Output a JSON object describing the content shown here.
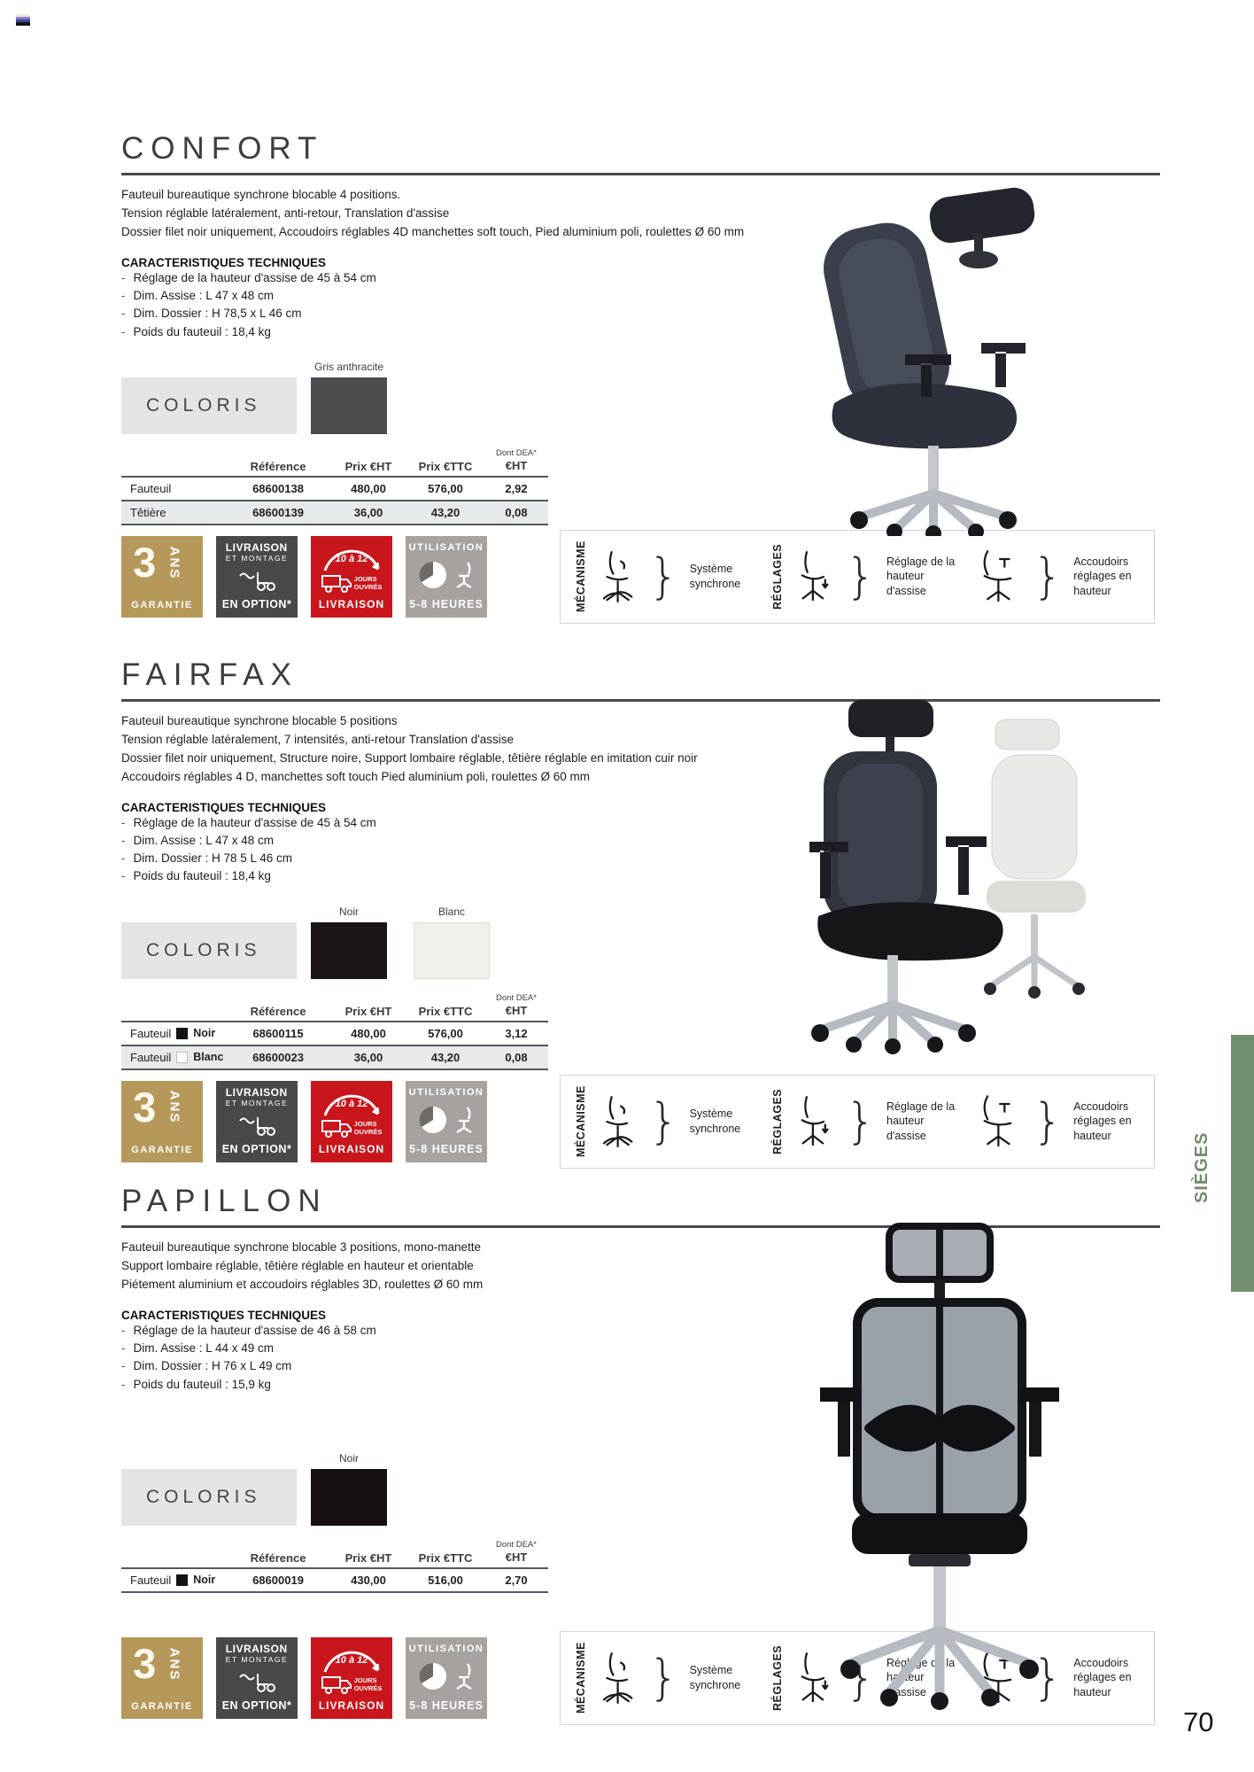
{
  "page": {
    "number": "70",
    "sidebar_tab": "SIÈGES"
  },
  "shared": {
    "coloris_label": "COLORIS",
    "caracteristiques_title": "CARACTERISTIQUES TECHNIQUES",
    "table": {
      "reference": "Référence",
      "prix_ht": "Prix €HT",
      "prix_ttc": "Prix €TTC",
      "dont_dea": "Dont DEA*",
      "eht": "€HT"
    },
    "badges": {
      "garantie": {
        "number": "3",
        "unit": "ANS",
        "label": "GARANTIE",
        "color": "#b6985a"
      },
      "montage": {
        "line1": "LIVRAISON",
        "line2": "ET MONTAGE",
        "label": "EN OPTION*",
        "color": "#4b4947"
      },
      "delai": {
        "arc": "10 à 12",
        "jours": "JOURS",
        "ouvres": "OUVRÉS",
        "label": "LIVRAISON",
        "color": "#c8161c"
      },
      "utilisation": {
        "top": "UTILISATION",
        "label": "5-8 HEURES",
        "color": "#a7a29d"
      }
    },
    "features": {
      "mecanisme": "MÉCANISME",
      "systeme": "Système synchrone",
      "reglages": "RÉGLAGES",
      "reglage_hauteur": "Réglage de la hauteur d'assise",
      "accoudoirs": "Accoudoirs réglages en hauteur"
    }
  },
  "products": [
    {
      "name": "CONFORT",
      "description": [
        "Fauteuil bureautique synchrone blocable 4 positions.",
        "Tension réglable latéralement, anti-retour, Translation d'assise",
        "Dossier filet noir uniquement, Accoudoirs réglables 4D manchettes soft touch, Pied aluminium poli, roulettes Ø 60 mm"
      ],
      "specs": [
        "Réglage de la hauteur d'assise de 45 à 54 cm",
        "Dim. Assise : L 47 x 48 cm",
        "Dim. Dossier : H 78,5 x L 46 cm",
        "Poids du fauteuil : 18,4 kg"
      ],
      "colors": [
        {
          "label": "Gris anthracite",
          "hex": "#4c4c50"
        }
      ],
      "rows": [
        {
          "label": "Fauteuil",
          "reference": "68600138",
          "prix_ht": "480,00",
          "prix_ttc": "576,00",
          "eht": "2,92"
        },
        {
          "label": "Têtière",
          "reference": "68600139",
          "prix_ht": "36,00",
          "prix_ttc": "43,20",
          "eht": "0,08"
        }
      ]
    },
    {
      "name": "FAIRFAX",
      "description": [
        "Fauteuil bureautique synchrone blocable 5 positions",
        "Tension réglable latéralement, 7 intensités, anti-retour Translation d'assise",
        "Dossier filet noir uniquement, Structure noire, Support lombaire réglable, têtière réglable en imitation cuir noir",
        "Accoudoirs réglables 4 D, manchettes soft touch Pied aluminium poli, roulettes Ø 60 mm"
      ],
      "specs": [
        "Réglage de la hauteur d'assise de 45 à 54 cm",
        "Dim. Assise : L 47 x 48 cm",
        "Dim. Dossier : H 78 5 L 46 cm",
        "Poids du fauteuil : 18,4 kg"
      ],
      "colors": [
        {
          "label": "Noir",
          "hex": "#1b1516"
        },
        {
          "label": "Blanc",
          "hex": "#f2f0ea"
        }
      ],
      "rows": [
        {
          "label": "Fauteuil",
          "swatch": "#141414",
          "swatch_label": "Noir",
          "reference": "68600115",
          "prix_ht": "480,00",
          "prix_ttc": "576,00",
          "eht": "3,12"
        },
        {
          "label": "Fauteuil",
          "swatch": "#ffffff",
          "swatch_label": "Blanc",
          "reference": "68600023",
          "prix_ht": "36,00",
          "prix_ttc": "43,20",
          "eht": "0,08"
        }
      ]
    },
    {
      "name": "PAPILLON",
      "description": [
        "Fauteuil bureautique synchrone blocable 3 positions, mono-manette",
        "Support lombaire réglable, têtière réglable en hauteur et orientable",
        "Piétement aluminium et accoudoirs réglables 3D, roulettes Ø 60 mm"
      ],
      "specs": [
        "Réglage de la hauteur d'assise de 46 à 58 cm",
        "Dim. Assise : L 44 x 49 cm",
        "Dim. Dossier : H 76 x L 49 cm",
        "Poids du fauteuil : 15,9 kg"
      ],
      "colors": [
        {
          "label": "Noir",
          "hex": "#171112"
        }
      ],
      "rows": [
        {
          "label": "Fauteuil",
          "swatch": "#141414",
          "swatch_label": "Noir",
          "reference": "68600019",
          "prix_ht": "430,00",
          "prix_ttc": "516,00",
          "eht": "2,70"
        }
      ]
    }
  ]
}
